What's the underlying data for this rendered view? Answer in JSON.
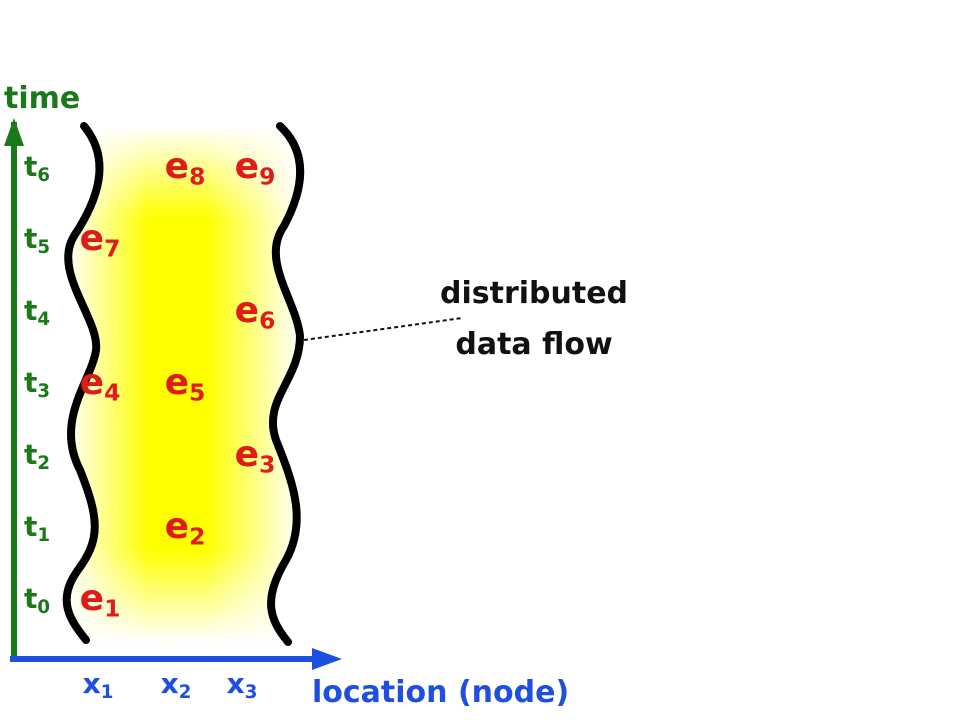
{
  "colors": {
    "time_axis": "#1a7a1a",
    "location_axis": "#1f4fe0",
    "event": "#e01b1b",
    "flow_fill_center": "#ffff00",
    "flow_fill_edge": "#ffffff",
    "boundary": "#000000"
  },
  "axes": {
    "time_title": "time",
    "location_title": "location (node)",
    "time_ticks": [
      {
        "base": "t",
        "sub": "0"
      },
      {
        "base": "t",
        "sub": "1"
      },
      {
        "base": "t",
        "sub": "2"
      },
      {
        "base": "t",
        "sub": "3"
      },
      {
        "base": "t",
        "sub": "4"
      },
      {
        "base": "t",
        "sub": "5"
      },
      {
        "base": "t",
        "sub": "6"
      }
    ],
    "location_ticks": [
      {
        "base": "x",
        "sub": "1"
      },
      {
        "base": "x",
        "sub": "2"
      },
      {
        "base": "x",
        "sub": "3"
      }
    ]
  },
  "events": [
    {
      "base": "e",
      "sub": "1",
      "time": 0,
      "location": 1
    },
    {
      "base": "e",
      "sub": "2",
      "time": 1,
      "location": 2
    },
    {
      "base": "e",
      "sub": "3",
      "time": 2,
      "location": 3
    },
    {
      "base": "e",
      "sub": "4",
      "time": 3,
      "location": 1
    },
    {
      "base": "e",
      "sub": "5",
      "time": 3,
      "location": 2
    },
    {
      "base": "e",
      "sub": "6",
      "time": 4,
      "location": 3
    },
    {
      "base": "e",
      "sub": "7",
      "time": 5,
      "location": 1
    },
    {
      "base": "e",
      "sub": "8",
      "time": 6,
      "location": 2
    },
    {
      "base": "e",
      "sub": "9",
      "time": 6,
      "location": 3
    }
  ],
  "annotation": {
    "line1": "distributed",
    "line2": "data flow"
  }
}
